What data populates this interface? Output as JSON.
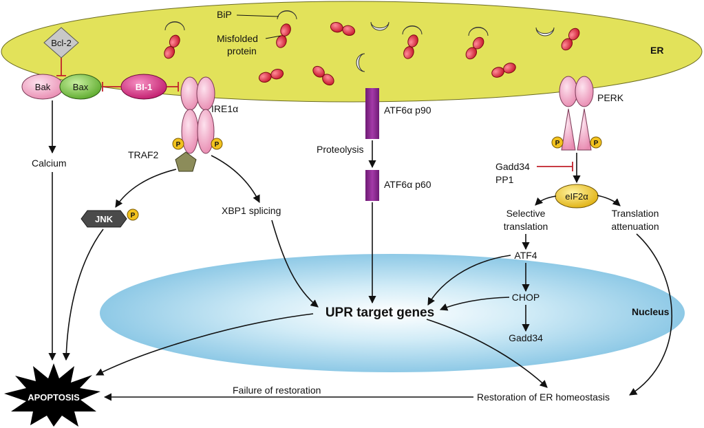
{
  "compartments": {
    "er": "ER",
    "nucleus": "Nucleus"
  },
  "er_labels": {
    "bip": "BiP",
    "misfolded_line1": "Misfolded",
    "misfolded_line2": "protein"
  },
  "proteins": {
    "bcl2": "Bcl-2",
    "bak": "Bak",
    "bax": "Bax",
    "bi1": "BI-1",
    "ire1": "IRE1α",
    "traf2": "TRAF2",
    "jnk": "JNK",
    "atf6_p90": "ATF6α p90",
    "atf6_p60": "ATF6α p60",
    "perk": "PERK",
    "eif2a": "eIF2α",
    "atf4": "ATF4",
    "chop": "CHOP",
    "gadd34_bottom": "Gadd34",
    "gadd34_top": "Gadd34",
    "pp1": "PP1",
    "phospho": "P"
  },
  "processes": {
    "calcium": "Calcium",
    "xbp1": "XBP1 splicing",
    "proteolysis": "Proteolysis",
    "selective_line1": "Selective",
    "selective_line2": "translation",
    "attenuation_line1": "Translation",
    "attenuation_line2": "attenuation",
    "upr_target": "UPR target genes",
    "failure": "Failure of restoration",
    "restoration": "Restoration of ER homeostasis",
    "apoptosis": "APOPTOSIS"
  },
  "colors": {
    "er_fill": "#e2e25a",
    "nucleus_fill": "#8ec9e6",
    "misfolded": "#d8283c",
    "bip": "#f2f2f2",
    "receptor_pink": "#f2a6c4",
    "atf6": "#8a2a8e",
    "bax_green": "#7cc442",
    "bi1_magenta": "#d8287e",
    "traf2": "#8c8c5a",
    "jnk": "#4a4a4a",
    "phospho_yellow": "#f2c21e",
    "eif2a_yellow": "#f2c81e",
    "inhibition_red": "#c0202a"
  }
}
